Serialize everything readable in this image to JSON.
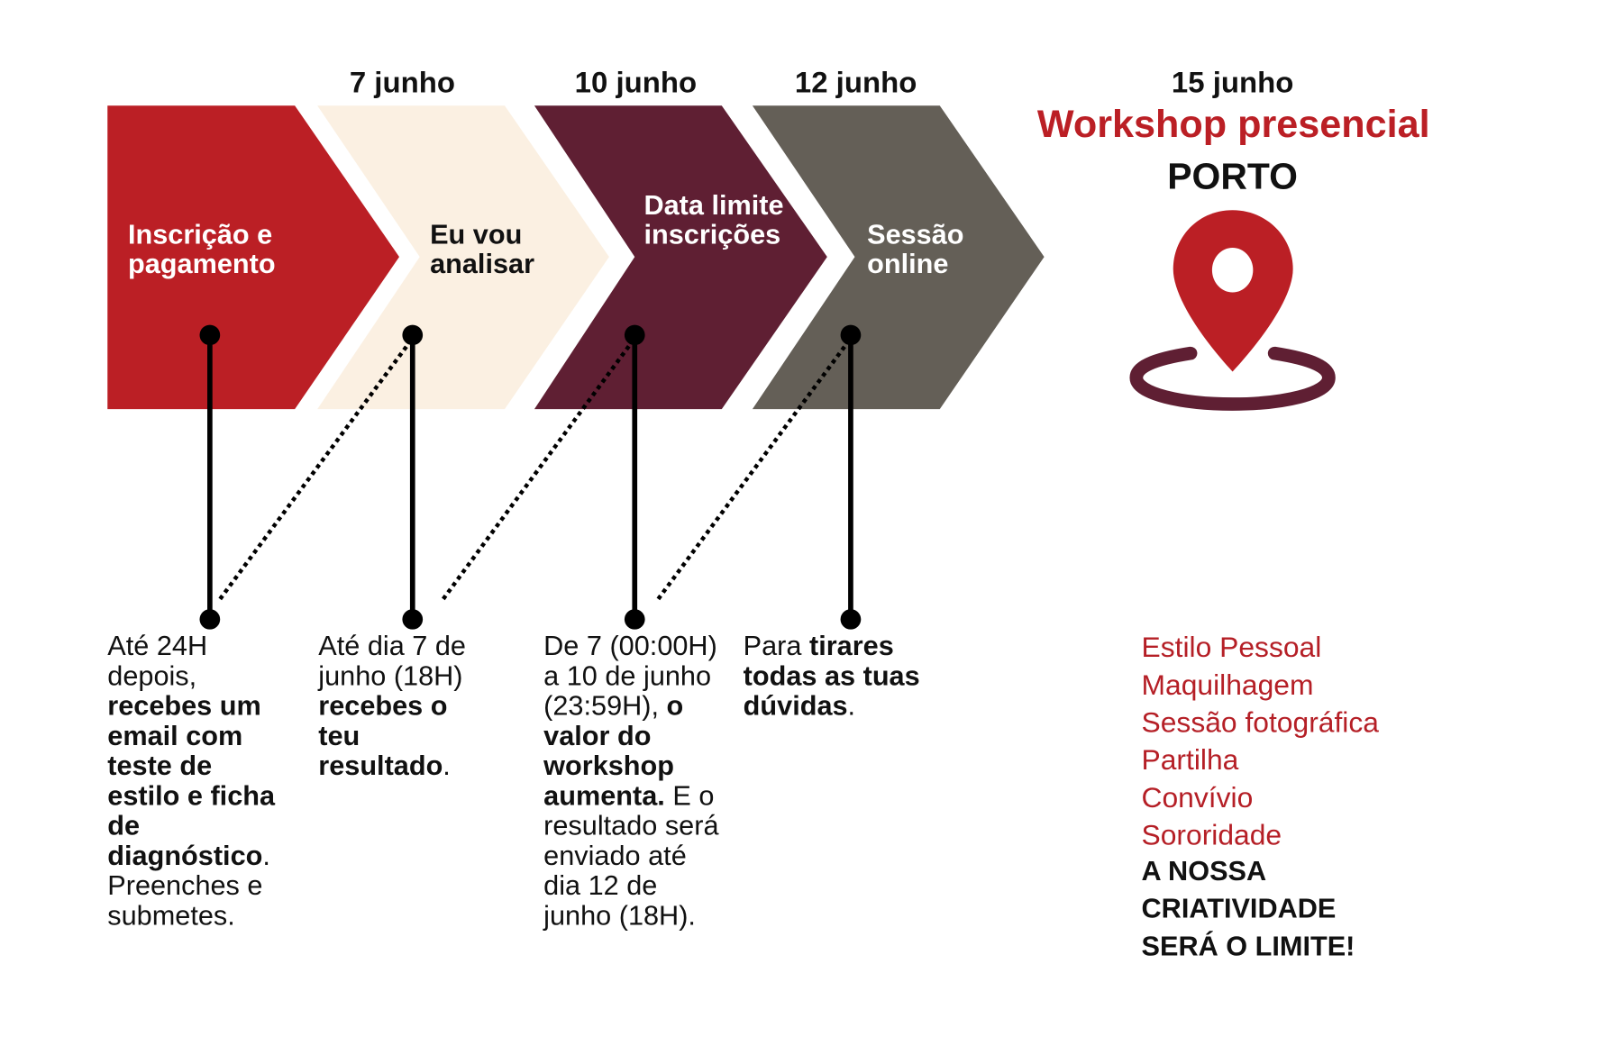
{
  "colors": {
    "red": "#bb1f25",
    "cream": "#fbf0e2",
    "maroon": "#5f1f33",
    "grey": "#645f57"
  },
  "steps": [
    {
      "date": "",
      "label": "Inscrição e pagamento",
      "desc_parts": [
        "Até 24H depois, ",
        "recebes um email com teste de estilo e ficha de diagnóstico",
        ". Preenches e submetes."
      ]
    },
    {
      "date": "7 junho",
      "label": "Eu vou analisar",
      "desc_parts": [
        "Até dia 7 de junho (18H) ",
        "recebes o teu resultado",
        "."
      ]
    },
    {
      "date": "10 junho",
      "label": "Data limite inscrições",
      "desc_parts": [
        "De 7 (00:00H) a 10 de junho (23:59H), ",
        "o valor do workshop aumenta.",
        " E o resultado será enviado até dia 12 de junho (18H)."
      ]
    },
    {
      "date": "12 junho",
      "label": "Sessão online",
      "desc_parts": [
        "Para ",
        "tirares todas as tuas dúvidas",
        "."
      ]
    }
  ],
  "final": {
    "date": "15 junho",
    "title": "Workshop presencial",
    "city": "PORTO",
    "icon": "location-pin-icon",
    "items": [
      "Estilo Pessoal",
      "Maquilhagem",
      "Sessão fotográfica",
      "Partilha",
      "Convívio",
      "Sororidade"
    ],
    "slogan": [
      "A NOSSA",
      "CRIATIVIDADE",
      "SERÁ O LIMITE!"
    ]
  }
}
